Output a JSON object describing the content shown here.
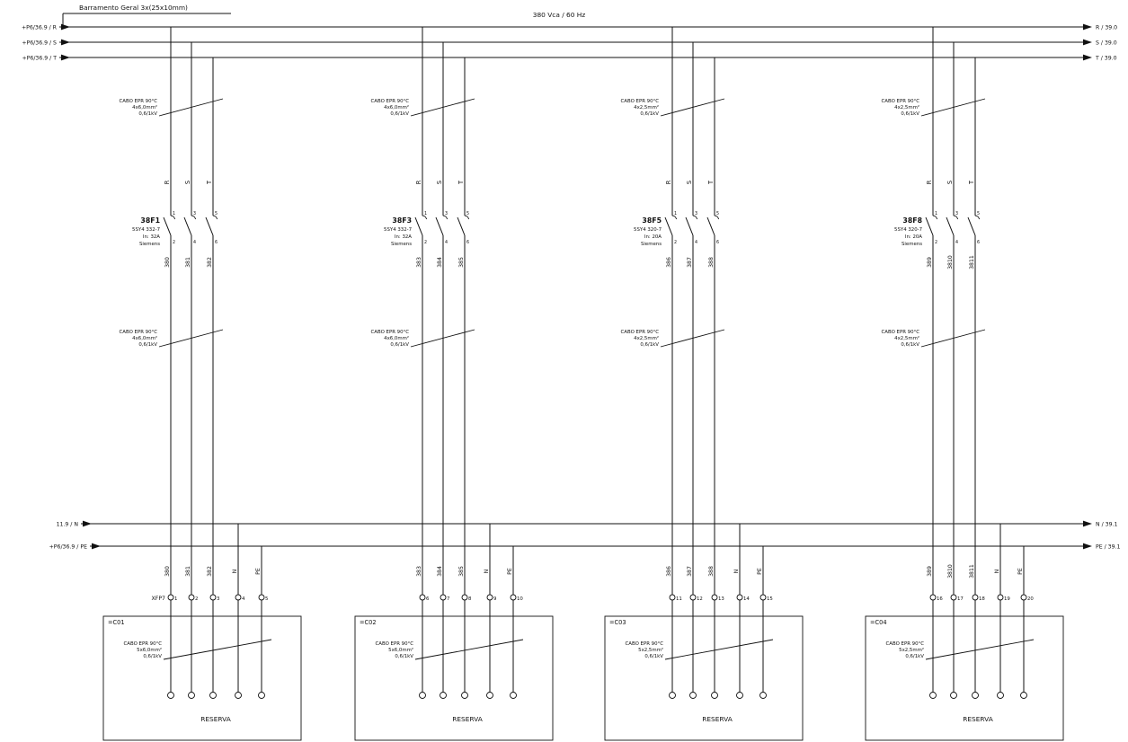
{
  "colors": {
    "line": "#000000",
    "background": "#ffffff"
  },
  "header": {
    "busbar_label": "Barramento Geral 3x(25x10mm)",
    "system_label": "380 Vca / 60 Hz"
  },
  "buses": {
    "R": {
      "left_label": "+P6/36.9 / R",
      "right_label": "R / 39.0"
    },
    "S": {
      "left_label": "+P6/36.9 / S",
      "right_label": "S / 39.0"
    },
    "T": {
      "left_label": "+P6/36.9 / T",
      "right_label": "T / 39.0"
    },
    "N": {
      "left_label": "11.9 / N",
      "right_label": "N / 39.1"
    },
    "PE": {
      "left_label": "+P6/36.9 / PE",
      "right_label": "PE / 39.1"
    }
  },
  "terminal_strip_label": "XFP7",
  "branches": [
    {
      "phases": {
        "r": "R",
        "s": "S",
        "t": "T"
      },
      "cable_in": {
        "l1": "CABO EPR 90°C",
        "l2": "4x6,0mm²",
        "l3": "0,6/1kV"
      },
      "breaker": {
        "tag": "38F1",
        "model": "5SY4 332-7",
        "current": "In: 32A",
        "brand": "Siemens",
        "pins": {
          "top1": "1",
          "top2": "3",
          "top3": "5",
          "bot1": "2",
          "bot2": "4",
          "bot3": "6"
        }
      },
      "wires": {
        "w1": "380",
        "w2": "381",
        "w3": "382"
      },
      "cable_out": {
        "l1": "CABO EPR 90°C",
        "l2": "4x6,0mm²",
        "l3": "0,6/1kV"
      },
      "neutral_label": "N",
      "pe_label": "PE",
      "terminals": {
        "t1": "1",
        "t2": "2",
        "t3": "3",
        "t4": "4",
        "t5": "5"
      },
      "box": {
        "tag": "=C01",
        "cable": {
          "l1": "CABO EPR 90°C",
          "l2": "5x6,0mm²",
          "l3": "0,6/1kV"
        },
        "name": "RESERVA"
      }
    },
    {
      "phases": {
        "r": "R",
        "s": "S",
        "t": "T"
      },
      "cable_in": {
        "l1": "CABO EPR 90°C",
        "l2": "4x6,0mm²",
        "l3": "0,6/1kV"
      },
      "breaker": {
        "tag": "38F3",
        "model": "5SY4 332-7",
        "current": "In: 32A",
        "brand": "Siemens",
        "pins": {
          "top1": "1",
          "top2": "3",
          "top3": "5",
          "bot1": "2",
          "bot2": "4",
          "bot3": "6"
        }
      },
      "wires": {
        "w1": "383",
        "w2": "384",
        "w3": "385"
      },
      "cable_out": {
        "l1": "CABO EPR 90°C",
        "l2": "4x6,0mm²",
        "l3": "0,6/1kV"
      },
      "neutral_label": "N",
      "pe_label": "PE",
      "terminals": {
        "t1": "6",
        "t2": "7",
        "t3": "8",
        "t4": "9",
        "t5": "10"
      },
      "box": {
        "tag": "=C02",
        "cable": {
          "l1": "CABO EPR 90°C",
          "l2": "5x6,0mm²",
          "l3": "0,6/1kV"
        },
        "name": "RESERVA"
      }
    },
    {
      "phases": {
        "r": "R",
        "s": "S",
        "t": "T"
      },
      "cable_in": {
        "l1": "CABO EPR 90°C",
        "l2": "4x2,5mm²",
        "l3": "0,6/1kV"
      },
      "breaker": {
        "tag": "38F5",
        "model": "5SY4 320-7",
        "current": "In: 20A",
        "brand": "Siemens",
        "pins": {
          "top1": "1",
          "top2": "3",
          "top3": "5",
          "bot1": "2",
          "bot2": "4",
          "bot3": "6"
        }
      },
      "wires": {
        "w1": "386",
        "w2": "387",
        "w3": "388"
      },
      "cable_out": {
        "l1": "CABO EPR 90°C",
        "l2": "4x2,5mm²",
        "l3": "0,6/1kV"
      },
      "neutral_label": "N",
      "pe_label": "PE",
      "terminals": {
        "t1": "11",
        "t2": "12",
        "t3": "13",
        "t4": "14",
        "t5": "15"
      },
      "box": {
        "tag": "=C03",
        "cable": {
          "l1": "CABO EPR 90°C",
          "l2": "5x2,5mm²",
          "l3": "0,6/1kV"
        },
        "name": "RESERVA"
      }
    },
    {
      "phases": {
        "r": "R",
        "s": "S",
        "t": "T"
      },
      "cable_in": {
        "l1": "CABO EPR 90°C",
        "l2": "4x2,5mm²",
        "l3": "0,6/1kV"
      },
      "breaker": {
        "tag": "38F8",
        "model": "5SY4 320-7",
        "current": "In: 20A",
        "brand": "Siemens",
        "pins": {
          "top1": "1",
          "top2": "3",
          "top3": "5",
          "bot1": "2",
          "bot2": "4",
          "bot3": "6"
        }
      },
      "wires": {
        "w1": "389",
        "w2": "3810",
        "w3": "3811"
      },
      "cable_out": {
        "l1": "CABO EPR 90°C",
        "l2": "4x2,5mm²",
        "l3": "0,6/1kV"
      },
      "neutral_label": "N",
      "pe_label": "PE",
      "terminals": {
        "t1": "16",
        "t2": "17",
        "t3": "18",
        "t4": "19",
        "t5": "20"
      },
      "box": {
        "tag": "=C04",
        "cable": {
          "l1": "CABO EPR 90°C",
          "l2": "5x2,5mm²",
          "l3": "0,6/1kV"
        },
        "name": "RESERVA"
      }
    }
  ]
}
